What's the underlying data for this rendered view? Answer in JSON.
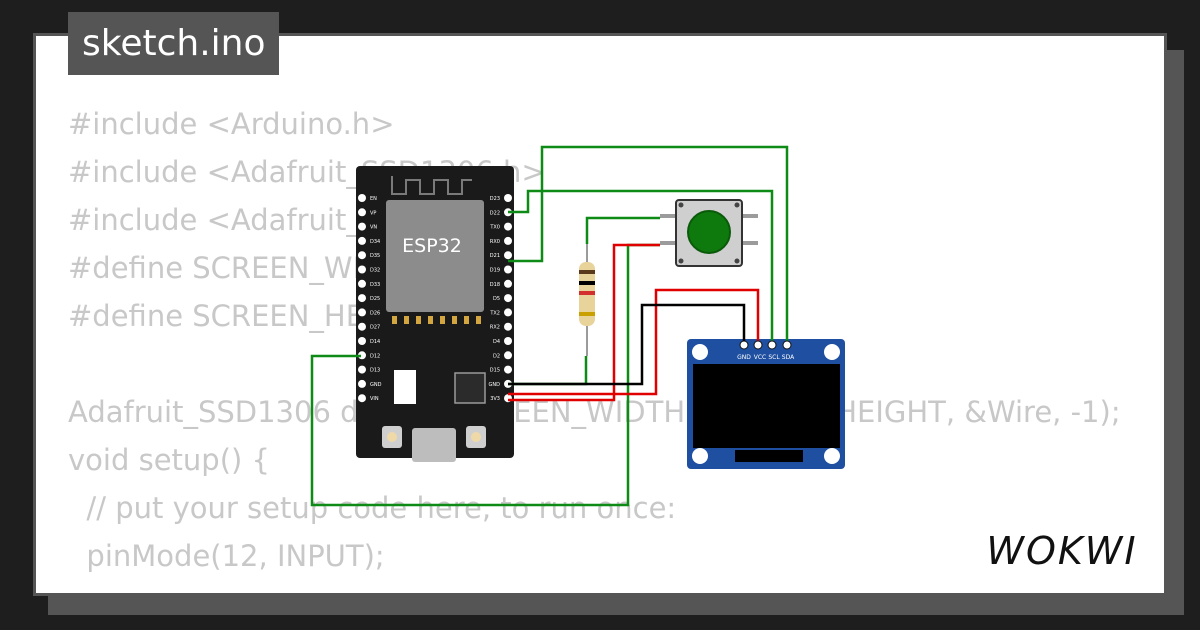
{
  "tab": {
    "filename": "sketch.ino"
  },
  "code_lines": [
    "#include <Arduino.h>",
    "#include <Adafruit_SSD1306.h>",
    "#include <Adafruit_GFX.h>",
    "#define SCREEN_WIDTH 128",
    "#define SCREEN_HEIGHT 64",
    "",
    "Adafruit_SSD1306 display(SCREEN_WIDTH, SCREEN_HEIGHT, &Wire, -1);",
    "void setup() {",
    "  // put your setup code here, to run once:",
    "  pinMode(12, INPUT);"
  ],
  "esp32": {
    "label": "ESP32",
    "left_pins": [
      "EN",
      "VP",
      "VN",
      "D34",
      "D35",
      "D32",
      "D33",
      "D25",
      "D26",
      "D27",
      "D14",
      "D12",
      "D13",
      "GND",
      "VIN"
    ],
    "right_pins": [
      "D23",
      "D22",
      "TX0",
      "RX0",
      "D21",
      "D19",
      "D18",
      "D5",
      "TX2",
      "RX2",
      "D4",
      "D2",
      "D15",
      "GND",
      "3V3"
    ]
  },
  "oled": {
    "pin_labels": [
      "GND",
      "VCC",
      "SCL",
      "SDA"
    ]
  },
  "colors": {
    "wire_green": "#0e8a16",
    "wire_red": "#e00000",
    "wire_black": "#000000",
    "button_green": "#0e7a0e",
    "oled_pcb": "#1e4fa0",
    "board": "#1a1a1a"
  },
  "brand": {
    "logo": "WOKWI"
  }
}
